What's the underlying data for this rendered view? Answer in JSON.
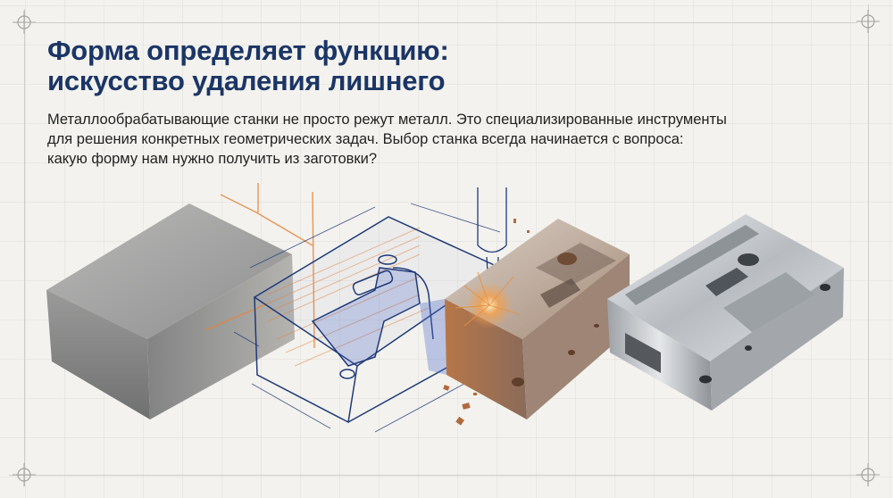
{
  "slide": {
    "title_line1": "Форма определяет функцию:",
    "title_line2": "искусство удаления лишнего",
    "body_line1": "Металлообрабатывающие станки не просто режут металл. Это специализированные инструменты",
    "body_line2": "для решения конкретных геометрических задач. Выбор станка всегда начинается с вопроса:",
    "body_line3": "какую форму нам нужно получить из заготовки?"
  },
  "illustration": {
    "stages": [
      "raw-stock-block",
      "blueprint-wireframe",
      "milling-in-progress",
      "finished-part"
    ]
  },
  "colors": {
    "title": "#1b3566",
    "background": "#f3f2ee",
    "blueprint_line": "#1f3a7a",
    "toolpath_orange": "#e8843a",
    "copper": "#c07a4e",
    "steel": "#a9adb3"
  }
}
